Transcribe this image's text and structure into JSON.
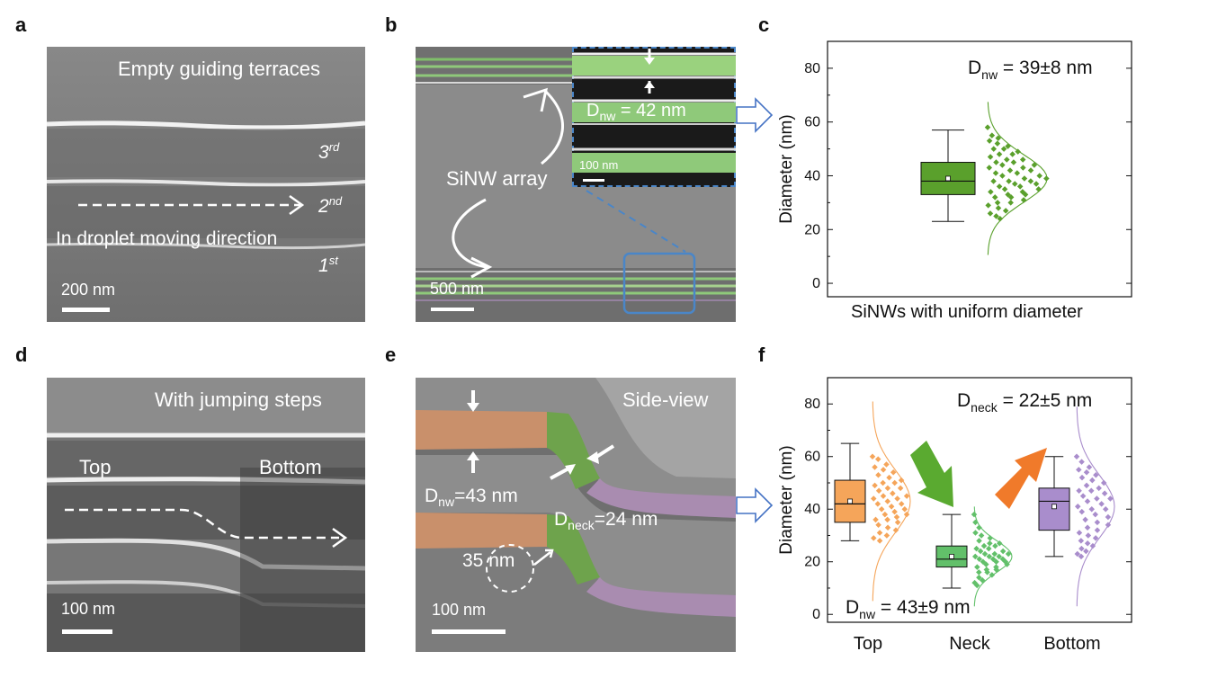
{
  "panel_labels": {
    "a": "a",
    "b": "b",
    "c": "c",
    "d": "d",
    "e": "e",
    "f": "f"
  },
  "a": {
    "title": "Empty guiding terraces",
    "terrace_3_num": "3",
    "terrace_3_sup": "rd",
    "terrace_2_num": "2",
    "terrace_2_sup": "nd",
    "terrace_1_num": "1",
    "terrace_1_sup": "st",
    "direction_label": "In droplet moving direction",
    "scale_label": "200 nm"
  },
  "b": {
    "array_label": "SiNW array",
    "scale_label": "500 nm",
    "inset_scale_label": "100 nm",
    "inset_d_prefix": "D",
    "inset_d_sub": "nw",
    "inset_d_value": " = 42 nm"
  },
  "c": {
    "d_prefix": "D",
    "d_sub": "nw",
    "d_value": " = 39±8 nm",
    "caption": "SiNWs with uniform diameter"
  },
  "d": {
    "title": "With jumping steps",
    "top_label": "Top",
    "bottom_label": "Bottom",
    "scale_label": "100 nm"
  },
  "e": {
    "title": "Side-view",
    "dnw_prefix": "D",
    "dnw_sub": "nw",
    "dnw_value": "=43 nm",
    "dneck_prefix": "D",
    "dneck_sub": "neck",
    "dneck_value": "=24 nm",
    "radius_label": "35 nm",
    "scale_label": "100 nm"
  },
  "f": {
    "dneck_prefix": "D",
    "dneck_sub": "neck",
    "dneck_value": " = 22±5 nm",
    "dnw_prefix": "D",
    "dnw_sub": "nw",
    "dnw_value": " = 43±9 nm"
  },
  "colors": {
    "uniform_green": "#5aa02c",
    "top_orange": "#f5a55a",
    "neck_green": "#62c06a",
    "bottom_purple": "#a98dcc",
    "arrow_green": "#5aaa30",
    "arrow_orange": "#f07a2a",
    "link_blue": "#4472c4"
  },
  "chart_data": [
    {
      "type": "box",
      "panel": "c",
      "ylabel": "Diameter (nm)",
      "xlabel": "SiNWs with uniform diameter",
      "ylim": [
        -5,
        90
      ],
      "yticks": [
        0,
        20,
        40,
        60,
        80
      ],
      "categories": [
        ""
      ],
      "series": [
        {
          "box": {
            "min": 23,
            "q1": 33,
            "median": 38,
            "q3": 45,
            "max": 57,
            "mean": 39
          },
          "points": [
            58,
            55,
            54,
            53,
            52,
            51,
            50,
            50,
            49,
            48,
            48,
            47,
            46,
            46,
            45,
            45,
            44,
            44,
            43,
            43,
            42,
            42,
            41,
            41,
            40,
            40,
            39,
            39,
            38,
            38,
            38,
            37,
            37,
            36,
            36,
            35,
            35,
            34,
            34,
            33,
            33,
            32,
            32,
            31,
            30,
            30,
            29,
            28,
            27,
            26,
            25,
            24
          ]
        }
      ]
    },
    {
      "type": "box",
      "panel": "f",
      "ylabel": "Diameter (nm)",
      "ylim": [
        -3,
        90
      ],
      "yticks": [
        0,
        20,
        40,
        60,
        80
      ],
      "categories": [
        "Top",
        "Neck",
        "Bottom"
      ],
      "series": [
        {
          "category": "Top",
          "box": {
            "min": 28,
            "q1": 35,
            "median": 42,
            "q3": 51,
            "max": 65,
            "mean": 43
          },
          "points": [
            60,
            59,
            57,
            56,
            55,
            54,
            53,
            52,
            51,
            50,
            50,
            49,
            48,
            48,
            47,
            46,
            45,
            45,
            44,
            44,
            43,
            42,
            42,
            41,
            40,
            40,
            39,
            38,
            38,
            37,
            36,
            36,
            35,
            34,
            33,
            32,
            31,
            30,
            29,
            28
          ]
        },
        {
          "category": "Neck",
          "box": {
            "min": 10,
            "q1": 18,
            "median": 21,
            "q3": 26,
            "max": 38,
            "mean": 22
          },
          "points": [
            38,
            35,
            33,
            31,
            30,
            29,
            28,
            27,
            27,
            26,
            26,
            25,
            25,
            24,
            24,
            23,
            23,
            23,
            22,
            22,
            22,
            21,
            21,
            21,
            20,
            20,
            20,
            19,
            19,
            18,
            18,
            17,
            17,
            16,
            16,
            15,
            14,
            13,
            12,
            11
          ]
        },
        {
          "category": "Bottom",
          "box": {
            "min": 22,
            "q1": 32,
            "median": 43,
            "q3": 48,
            "max": 60,
            "mean": 41
          },
          "points": [
            60,
            58,
            56,
            55,
            54,
            53,
            52,
            51,
            50,
            49,
            48,
            47,
            47,
            46,
            45,
            44,
            44,
            43,
            42,
            41,
            40,
            40,
            39,
            38,
            37,
            36,
            35,
            34,
            33,
            32,
            31,
            30,
            29,
            28,
            27,
            26,
            25,
            24,
            23,
            22
          ]
        }
      ]
    }
  ]
}
